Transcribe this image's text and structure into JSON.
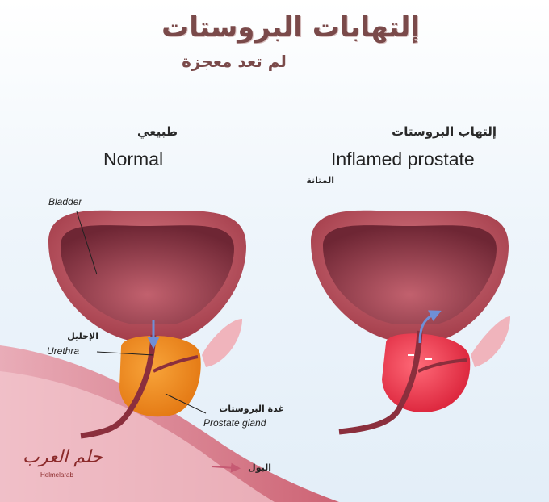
{
  "title": "إلتهابات البروستات",
  "subtitle": "لم تعد معجزة",
  "panels": {
    "normal": {
      "label_ar": "طبيعي",
      "label_en": "Normal"
    },
    "inflamed": {
      "label_ar": "إلتهاب البروستات",
      "label_en": "Inflamed prostate"
    }
  },
  "labels": {
    "bladder_ar": "المثانة",
    "bladder_en": "Bladder",
    "urethra_ar": "الإحليل",
    "urethra_en": "Urethra",
    "prostate_ar": "غدة البروستات",
    "prostate_en": "Prostate gland",
    "urine_ar": "البول"
  },
  "logo": {
    "text_ar": "حلم العرب",
    "text_en": "Helmelarab"
  },
  "colors": {
    "title": "#7a4a4a",
    "bladder_outer": "#b24a55",
    "bladder_inner": "#7b2f3a",
    "prostate_normal": "#f08a1c",
    "prostate_inflamed": "#e8344a",
    "urine_flow": "#d9506a",
    "arrow": "#7a9ad6"
  }
}
